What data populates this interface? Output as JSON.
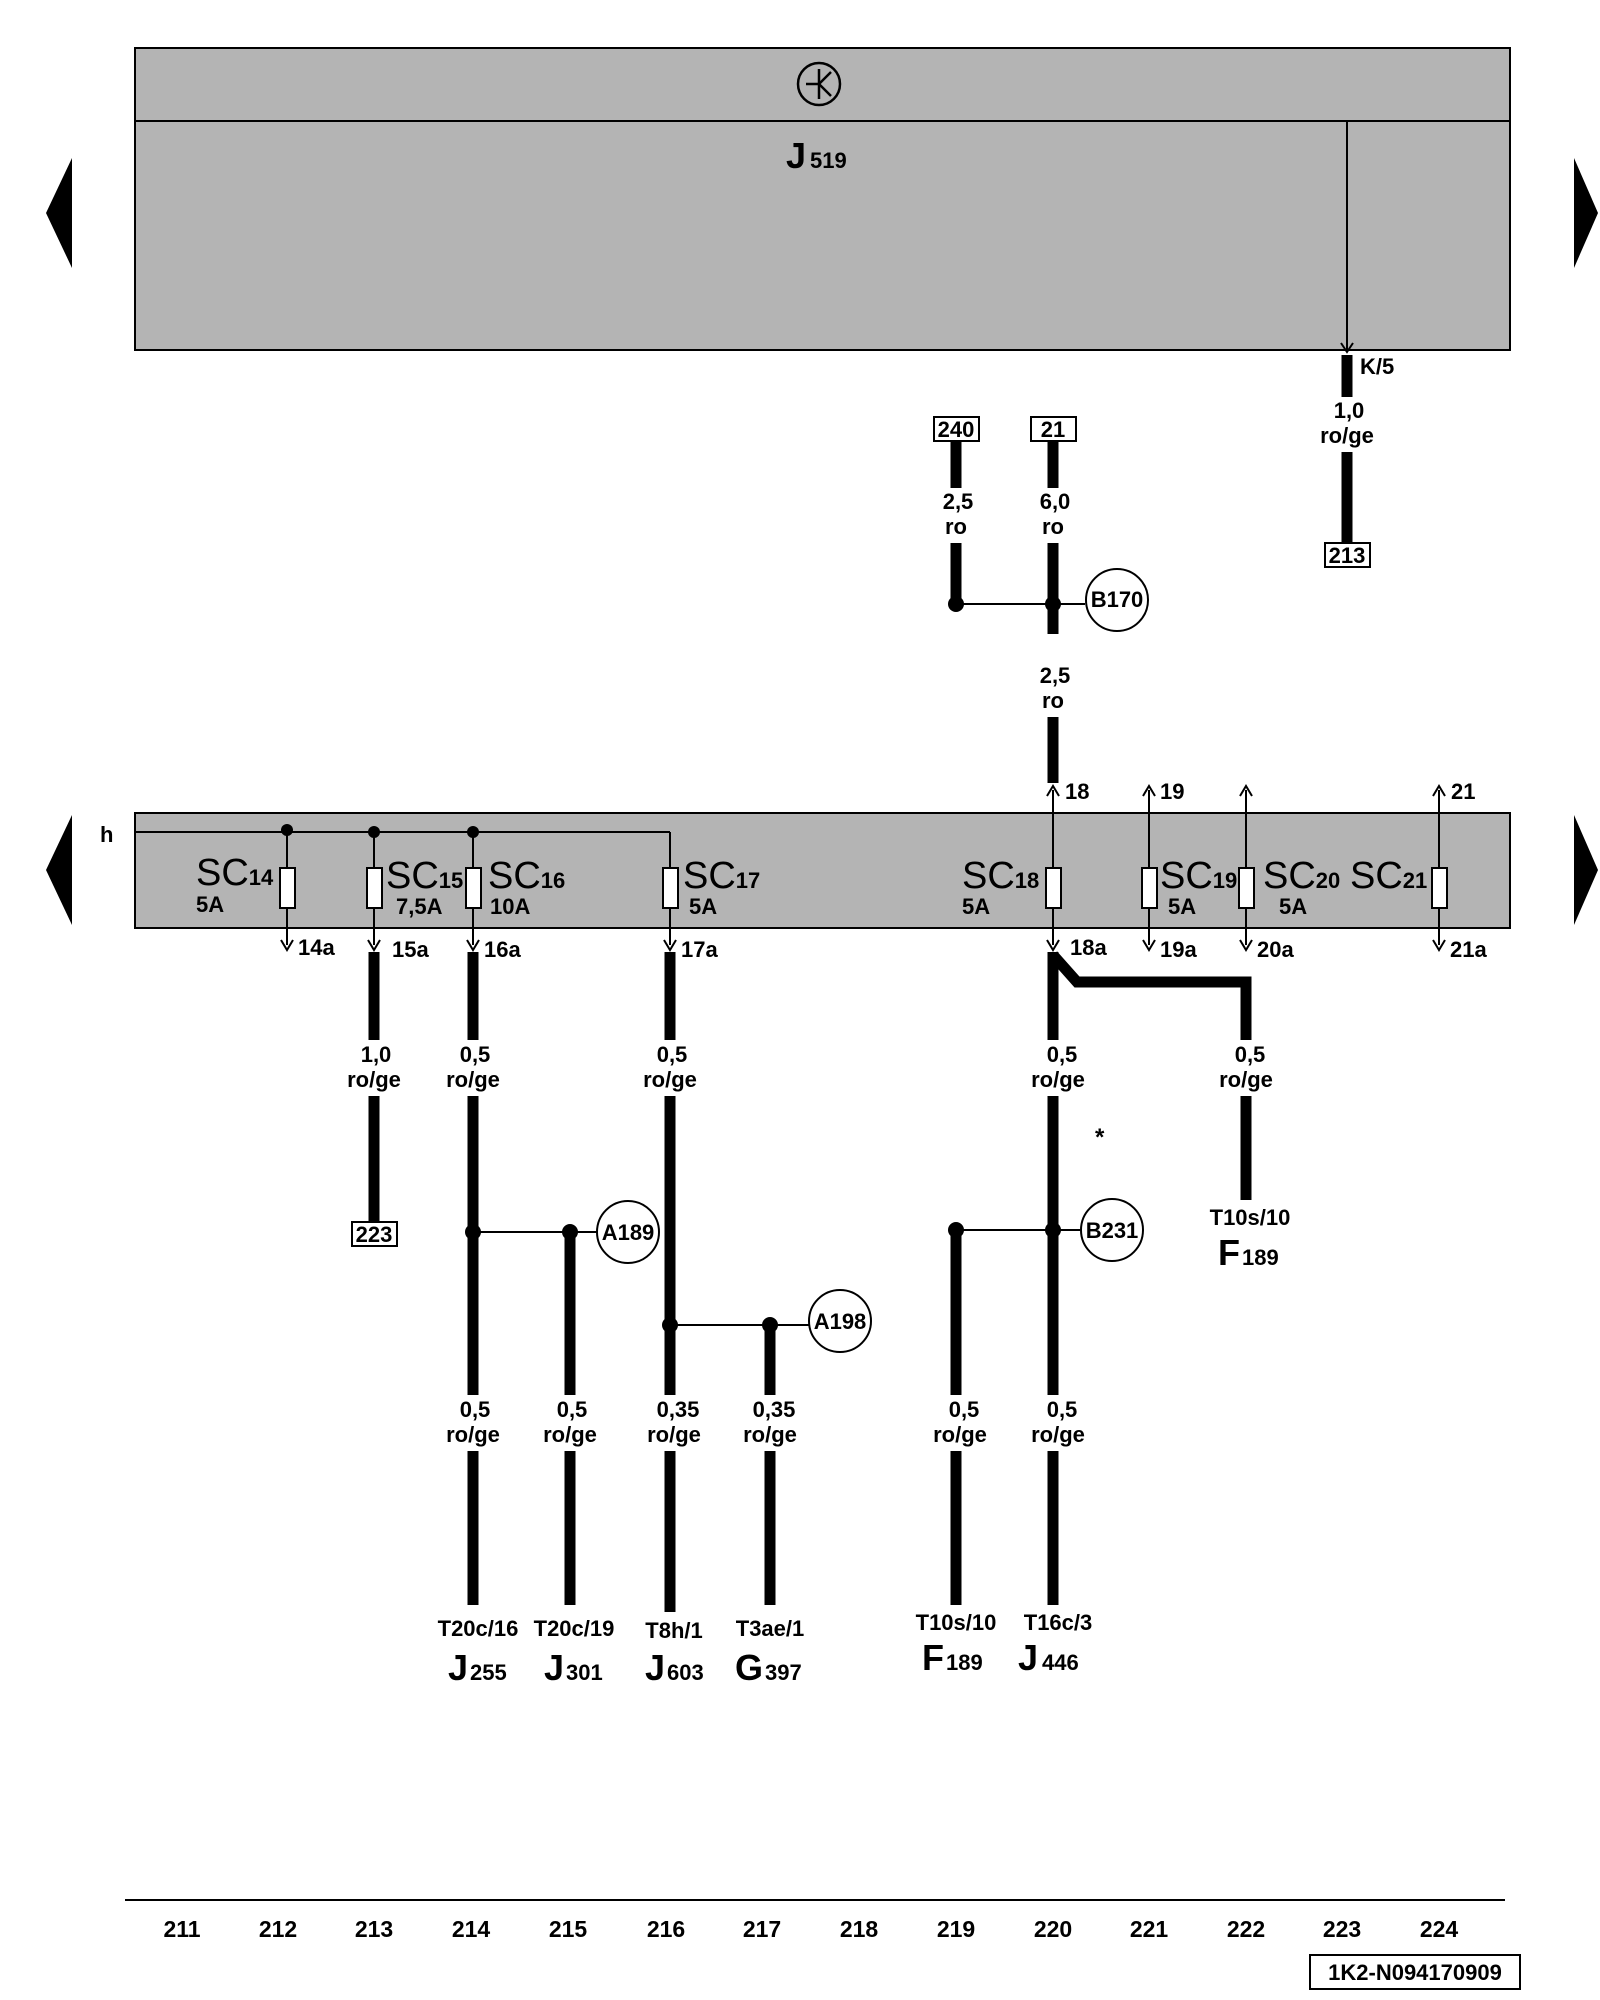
{
  "relay_panel": {
    "component": "J",
    "sub": "519"
  },
  "fuse_panel": {
    "bus_label": "h"
  },
  "fuses": [
    {
      "id": "SC14",
      "prefix": "SC",
      "num": "14",
      "rating": "5A",
      "out": "14a"
    },
    {
      "id": "SC15",
      "prefix": "SC",
      "num": "15",
      "rating": "7,5A",
      "out": "15a"
    },
    {
      "id": "SC16",
      "prefix": "SC",
      "num": "16",
      "rating": "10A",
      "out": "16a"
    },
    {
      "id": "SC17",
      "prefix": "SC",
      "num": "17",
      "rating": "5A",
      "out": "17a"
    },
    {
      "id": "SC18",
      "prefix": "SC",
      "num": "18",
      "rating": "5A",
      "in": "18",
      "out": "18a"
    },
    {
      "id": "SC19",
      "prefix": "SC",
      "num": "19",
      "rating": "5A",
      "in": "19",
      "out": "19a"
    },
    {
      "id": "SC20",
      "prefix": "SC",
      "num": "20",
      "rating": "5A",
      "out": "20a"
    },
    {
      "id": "SC21",
      "prefix": "SC",
      "num": "21",
      "in": "21",
      "out": "21a"
    }
  ],
  "pin_k5": "K/5",
  "refs": {
    "r240": "240",
    "r21": "21",
    "r213": "213",
    "r223": "223"
  },
  "junctions": {
    "b170": "B170",
    "b231": "B231",
    "a189": "A189",
    "a198": "A198"
  },
  "wires": {
    "k5": {
      "size": "1,0",
      "color": "ro/ge"
    },
    "r240": {
      "size": "2,5",
      "color": "ro"
    },
    "r21": {
      "size": "6,0",
      "color": "ro"
    },
    "b170": {
      "size": "2,5",
      "color": "ro"
    },
    "w15": {
      "size": "1,0",
      "color": "ro/ge"
    },
    "w16": {
      "size": "0,5",
      "color": "ro/ge"
    },
    "w17": {
      "size": "0,5",
      "color": "ro/ge"
    },
    "w18": {
      "size": "0,5",
      "color": "ro/ge"
    },
    "w20": {
      "size": "0,5",
      "color": "ro/ge"
    },
    "j255": {
      "size": "0,5",
      "color": "ro/ge"
    },
    "j301": {
      "size": "0,5",
      "color": "ro/ge"
    },
    "j603": {
      "size": "0,35",
      "color": "ro/ge"
    },
    "g397": {
      "size": "0,35",
      "color": "ro/ge"
    },
    "f189": {
      "size": "0,5",
      "color": "ro/ge"
    },
    "j446": {
      "size": "0,5",
      "color": "ro/ge"
    }
  },
  "note_star": "*",
  "components": {
    "f189_top": {
      "pin": "T10s/10",
      "letter": "F",
      "sub": "189"
    },
    "j255": {
      "pin": "T20c/16",
      "letter": "J",
      "sub": "255"
    },
    "j301": {
      "pin": "T20c/19",
      "letter": "J",
      "sub": "301"
    },
    "j603": {
      "pin": "T8h/1",
      "letter": "J",
      "sub": "603"
    },
    "g397": {
      "pin": "T3ae/1",
      "letter": "G",
      "sub": "397"
    },
    "f189": {
      "pin": "T10s/10",
      "letter": "F",
      "sub": "189"
    },
    "j446": {
      "pin": "T16c/3",
      "letter": "J",
      "sub": "446"
    }
  },
  "current_tracks": [
    "211",
    "212",
    "213",
    "214",
    "215",
    "216",
    "217",
    "218",
    "219",
    "220",
    "221",
    "222",
    "223",
    "224"
  ],
  "doc_id": "1K2-N094170909",
  "colors": {
    "panel": "#b4b4b4",
    "line": "#000000"
  },
  "icons": {
    "relay_symbol": "relay-symbol-icon",
    "nav_prev": "arrow-left-icon",
    "nav_next": "arrow-right-icon"
  }
}
